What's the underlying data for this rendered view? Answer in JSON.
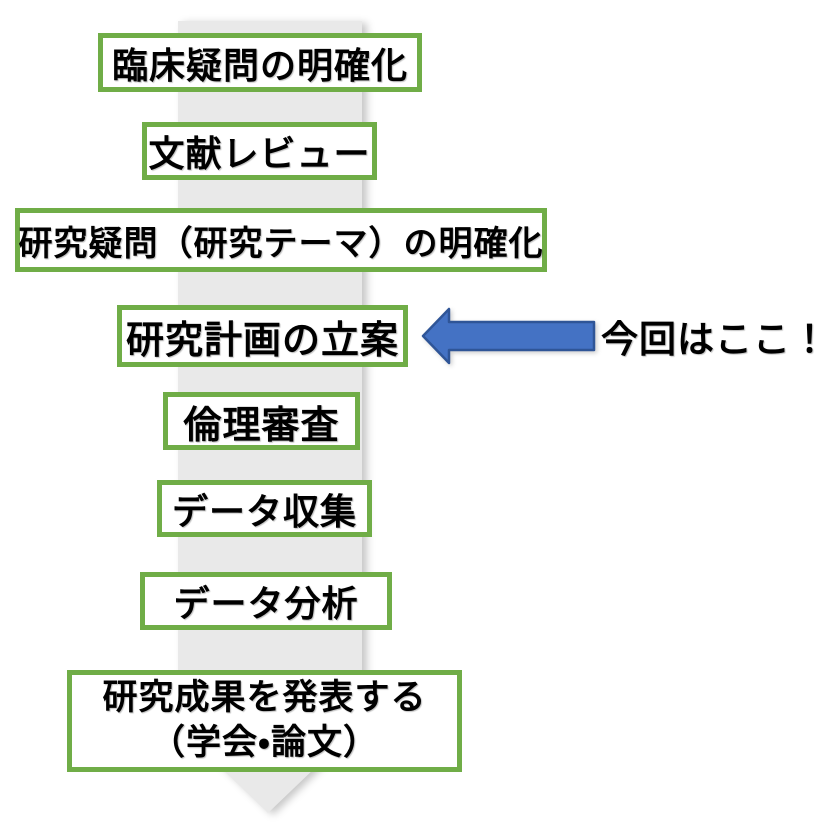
{
  "diagram": {
    "type": "research-process-flow",
    "direction": "top-to-bottom"
  },
  "colors": {
    "box_border": "#70AD47",
    "box_bg": "#FFFFFF",
    "text": "#000000",
    "flow_arrow_fill": "#E9E9E9",
    "pointer_fill": "#4472C4",
    "pointer_border": "#2F5597"
  },
  "steps": [
    {
      "id": "clinical-question",
      "label": "臨床疑問の明確化"
    },
    {
      "id": "literature-review",
      "label": "文献レビュー"
    },
    {
      "id": "research-question",
      "label": "研究疑問（研究テーマ）の明確化"
    },
    {
      "id": "research-plan",
      "label": "研究計画の立案",
      "current": true
    },
    {
      "id": "ethics-review",
      "label": "倫理審査"
    },
    {
      "id": "data-collection",
      "label": "データ収集"
    },
    {
      "id": "data-analysis",
      "label": "データ分析"
    },
    {
      "id": "presentation",
      "label": "研究成果を発表する",
      "label2": "（学会・論文）"
    }
  ],
  "annotation": {
    "label": "今回はここ！",
    "arrow_direction": "left",
    "points_to": "研究計画の立案"
  }
}
